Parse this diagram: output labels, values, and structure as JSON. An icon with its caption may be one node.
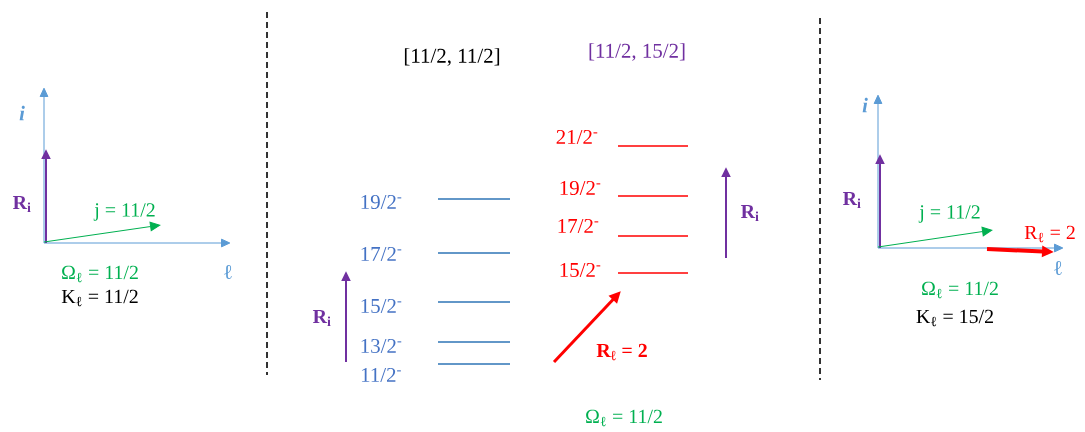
{
  "diagram": {
    "labels": [
      "[11/2, 11/2]",
      "[11/2, 15/2]",
      "i",
      "R$_{i}$",
      "j = 11/2",
      "ℓ",
      "Ω$_{ℓ}$ = 11/2",
      "K$_{ℓ}$ = 11/2",
      "21/2$^{-}$",
      "19/2$^{-}$",
      "19/2$^{-}$",
      "R$_{i}$",
      "17/2$^{-}$",
      "17/2$^{-}$",
      "15/2$^{-}$",
      "15/2$^{-}$",
      "R$_{i}$",
      "13/2$^{-}$",
      "R$_{ℓ}$ = 2",
      "11/2$^{-}$",
      "Ω$_{ℓ}$ = 11/2",
      "i",
      "R$_{i}$",
      "j = 11/2",
      "R$_{ℓ}$ = 2",
      "ℓ",
      "Ω$_{ℓ}$ = 11/2",
      "K$_{ℓ}$ = 15/2"
    ]
  }
}
